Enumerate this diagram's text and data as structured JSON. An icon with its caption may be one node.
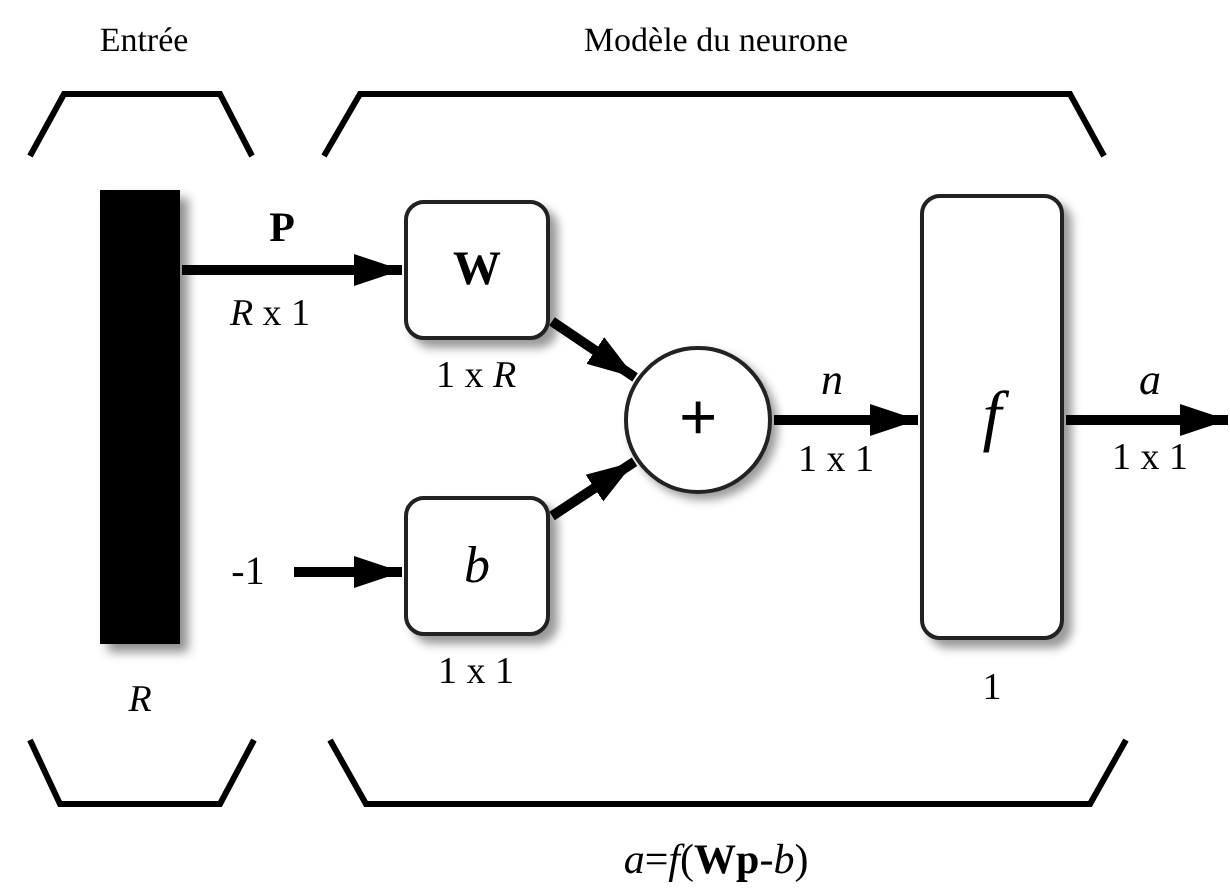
{
  "diagram": {
    "caption": "*a*=*f*(**Wp**-*b*)",
    "nodes": [
      {
        "text": [],
        "shape": "bar",
        "beside": [
          "R"
        ]
      },
      {
        "text": [
          "W"
        ],
        "beside": [
          "1 x *R*"
        ]
      },
      {
        "text": [
          "-1"
        ]
      },
      {
        "text": [
          "b"
        ],
        "beside": [
          "1 x 1"
        ]
      },
      {
        "text": [
          "+"
        ]
      },
      {
        "text": [
          "f"
        ],
        "beside": [
          "1"
        ]
      }
    ],
    "edges": [
      {
        "from": 0,
        "to": 1,
        "arrow": "to",
        "label": "P"
      },
      {
        "from": 2,
        "to": 3,
        "arrow": "to"
      },
      {
        "from": 1,
        "to": 4,
        "arrow": "to"
      },
      {
        "from": 3,
        "to": 4,
        "arrow": "to"
      },
      {
        "from": 4,
        "to": 5,
        "arrow": "to",
        "label": "n"
      },
      {
        "from": 5,
        "to": null,
        "arrow": "to",
        "label": "a"
      }
    ],
    "labels": [
      "Entrée",
      "Modèle du neurone",
      "*R* x 1",
      "1 x 1",
      "1 x 1"
    ]
  }
}
